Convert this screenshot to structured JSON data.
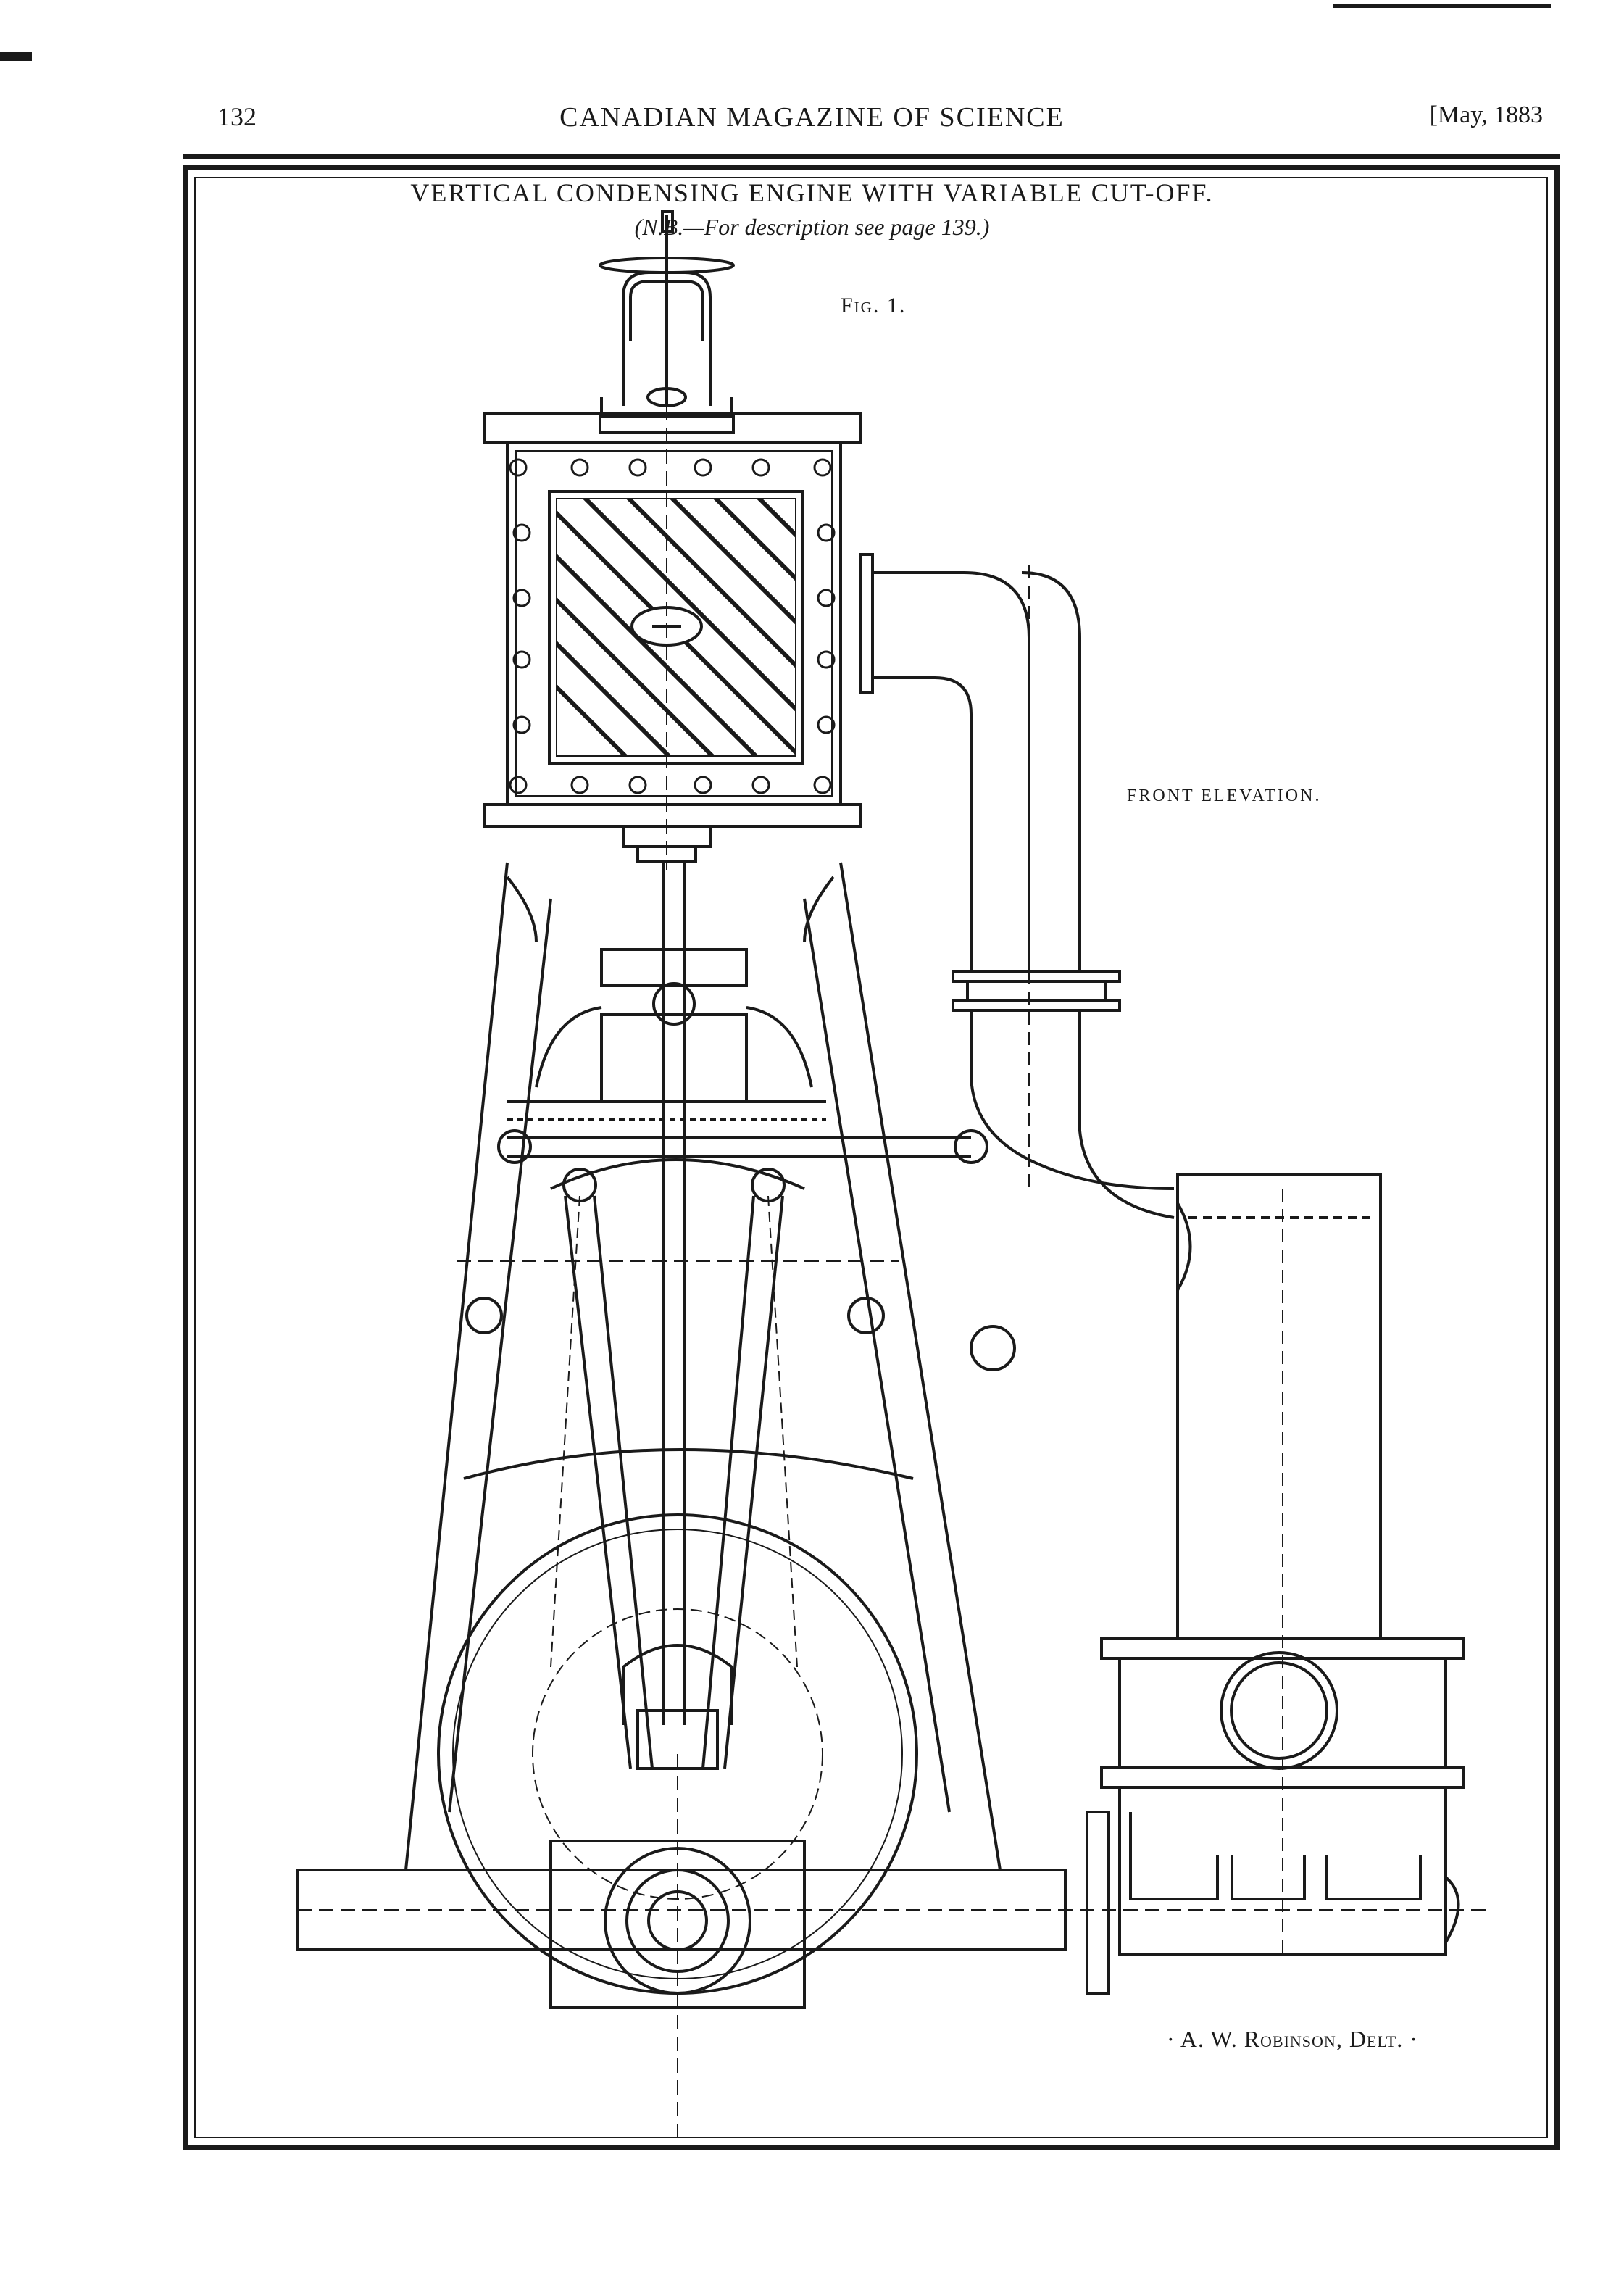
{
  "header": {
    "page_number": "132",
    "running_title": "CANADIAN MAGAZINE OF SCIENCE",
    "date": "[May, 1883"
  },
  "plate": {
    "title": "VERTICAL CONDENSING ENGINE WITH VARIABLE CUT-OFF.",
    "note": "(N.B.—For description see page 139.)",
    "figure_label": "Fig. 1.",
    "view_label": "FRONT ELEVATION.",
    "credit": "· A. W. Robinson, Delt. ·"
  },
  "icons": {
    "drawing": "engine-drawing-icon"
  }
}
